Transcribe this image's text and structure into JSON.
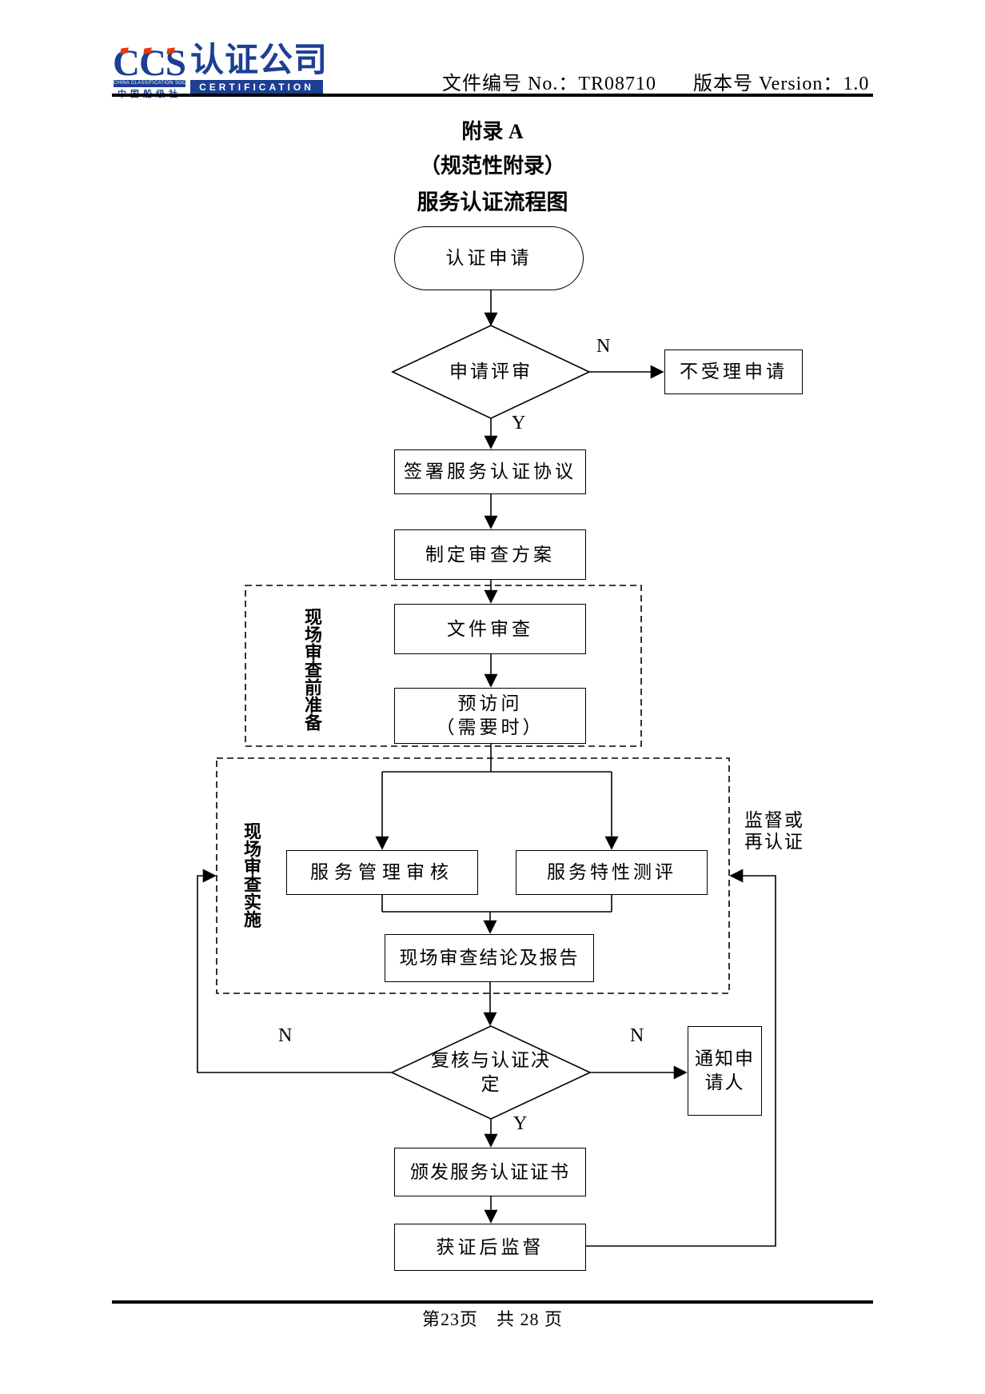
{
  "header": {
    "logo": {
      "ccs": "CCS",
      "society_en": "CHINA CLASSIFICATION SOCIETY",
      "society_cn": "中国船级社",
      "company": "认证公司",
      "certification": "CERTIFICATION",
      "brand_blue": "#1c3f94",
      "accent_red": "#e8380d"
    },
    "doc_no": "文件编号 No.：TR08710",
    "version": "版本号 Version：1.0"
  },
  "title": {
    "appendix": "附录 A",
    "subtitle": "（规范性附录）",
    "heading": "服务认证流程图"
  },
  "flowchart": {
    "start": "认证申请",
    "application_review": "申请评审",
    "not_accepted": "不受理申请",
    "sign_agreement": "签署服务认证协议",
    "make_plan": "制定审查方案",
    "document_review": "文件审查",
    "pre_visit": "预访问\n（需要时）",
    "service_mgmt_audit": "服务管理审核",
    "service_characteristic_eval": "服务特性测评",
    "onsite_conclusion": "现场审查结论及报告",
    "review_decision": "复核与认证决定",
    "notify_applicant": "通知申请人",
    "issue_certificate": "颁发服务认证证书",
    "post_cert_supervision": "获证后监督",
    "group_pre_onsite": "现场审查前准备",
    "group_onsite_impl": "现场审查实施",
    "loop_label": "监督或\n再认证",
    "label_yes": "Y",
    "label_no": "N"
  },
  "footer": {
    "page_info": "第23页　共 28 页"
  }
}
